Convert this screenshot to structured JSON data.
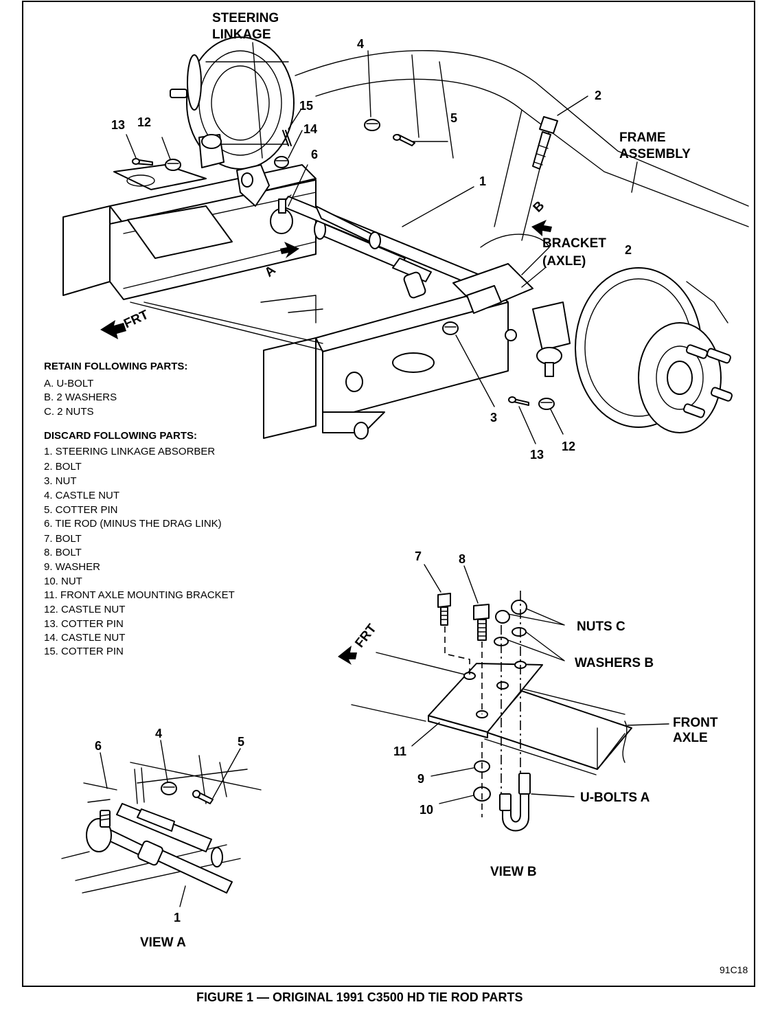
{
  "caption": "FIGURE 1 — ORIGINAL 1991 C3500 HD TIE ROD PARTS",
  "figure_code": "91C18",
  "labels": {
    "steering_linkage_1": "STEERING",
    "steering_linkage_2": "LINKAGE",
    "frame_assembly_1": "FRAME",
    "frame_assembly_2": "ASSEMBLY",
    "bracket_axle_1": "BRACKET",
    "bracket_axle_2": "(AXLE)",
    "frt_main": "FRT",
    "frt_view_b": "FRT",
    "view_a_marker": "A",
    "view_b_marker": "B",
    "nuts_c": "NUTS  C",
    "washers_b": "WASHERS  B",
    "front_axle_1": "FRONT",
    "front_axle_2": "AXLE",
    "u_bolts_a": "U-BOLTS  A",
    "view_a": "VIEW A",
    "view_b": "VIEW B"
  },
  "callouts": {
    "main_1": "1",
    "main_2_top": "2",
    "main_2_right": "2",
    "main_3": "3",
    "main_4": "4",
    "main_5": "5",
    "main_6": "6",
    "main_12_left": "12",
    "main_13_left": "13",
    "main_14": "14",
    "main_15": "15",
    "main_12_right": "12",
    "main_13_right": "13",
    "va_1": "1",
    "va_4": "4",
    "va_5": "5",
    "va_6": "6",
    "vb_7": "7",
    "vb_8": "8",
    "vb_9": "9",
    "vb_10": "10",
    "vb_11": "11"
  },
  "retain": {
    "heading": "RETAIN FOLLOWING PARTS:",
    "items": [
      "A.  U-BOLT",
      "B.  2 WASHERS",
      "C.  2 NUTS"
    ]
  },
  "discard": {
    "heading": "DISCARD FOLLOWING PARTS:",
    "items": [
      "1.  STEERING LINKAGE ABSORBER",
      "2.  BOLT",
      "3.  NUT",
      "4.  CASTLE NUT",
      "5.  COTTER PIN",
      "6.  TIE ROD (MINUS THE DRAG LINK)",
      "7.  BOLT",
      "8.  BOLT",
      "9.  WASHER",
      "10.  NUT",
      "11.  FRONT AXLE MOUNTING BRACKET",
      "12.  CASTLE NUT",
      "13.  COTTER PIN",
      "14.  CASTLE NUT",
      "15.  COTTER PIN"
    ]
  }
}
